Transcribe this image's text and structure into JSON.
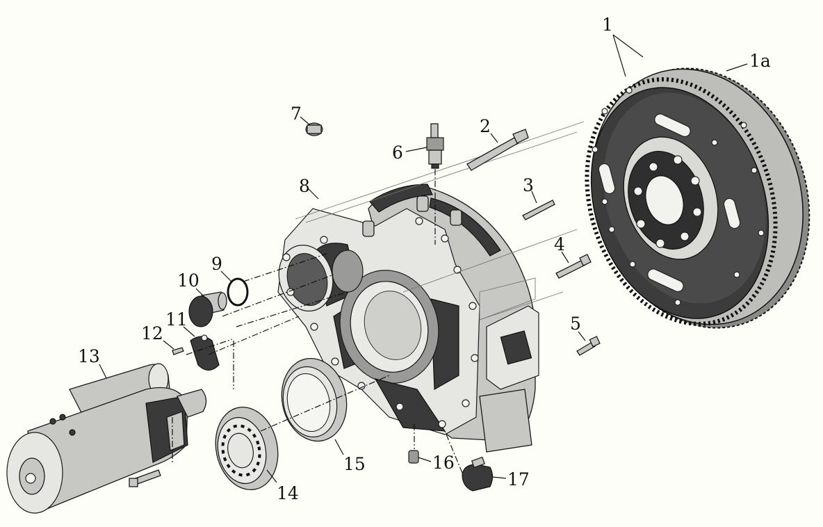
{
  "callouts": {
    "c1": "1",
    "c1a": "1a",
    "c2": "2",
    "c3": "3",
    "c4": "4",
    "c5": "5",
    "c6": "6",
    "c7": "7",
    "c8": "8",
    "c9": "9",
    "c10": "10",
    "c11": "11",
    "c12": "12",
    "c13": "13",
    "c14": "14",
    "c15": "15",
    "c16": "16",
    "c17": "17"
  },
  "colors": {
    "background": "#fefef9",
    "metal": "#c7c7c4",
    "shadow": "#3a3a3a",
    "line": "#111111"
  }
}
